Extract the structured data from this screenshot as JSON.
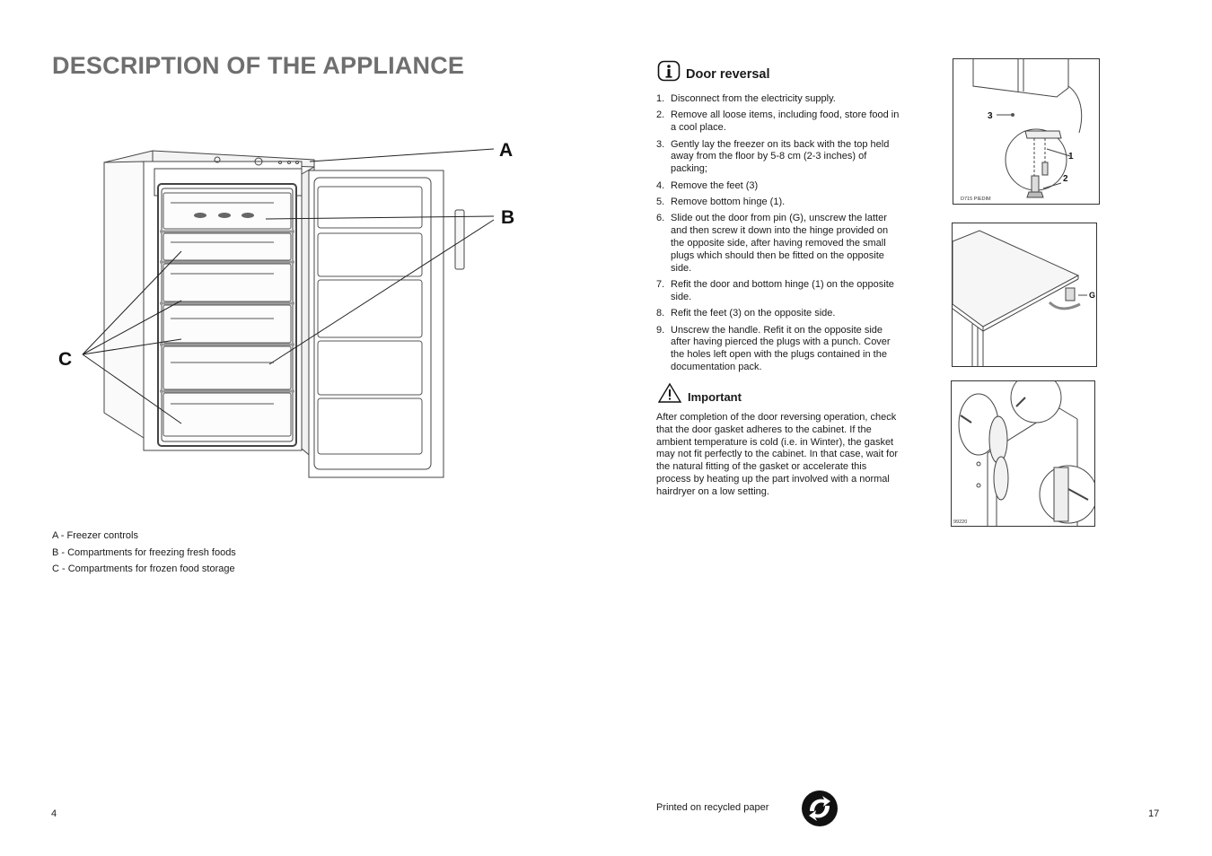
{
  "left_page": {
    "title": "DESCRIPTION OF THE APPLIANCE",
    "callouts": {
      "a": "A",
      "b": "B",
      "c": "C"
    },
    "legend": [
      "A - Freezer controls",
      "B - Compartments for freezing fresh foods",
      "C - Compartments for frozen food storage"
    ],
    "page_number": "4"
  },
  "right_page": {
    "door_reversal": {
      "heading": "Door reversal",
      "icon": "info-icon",
      "steps": [
        {
          "num": "1.",
          "text": "Disconnect from the electricity supply."
        },
        {
          "num": "2.",
          "text": "Remove all loose items, including food, store food in a cool place."
        },
        {
          "num": "3.",
          "text": "Gently lay the freezer on its back with the top held away from the floor by 5-8 cm (2-3 inches) of packing;"
        },
        {
          "num": "4.",
          "text": "Remove the feet (3)"
        },
        {
          "num": "5.",
          "text": "Remove bottom hinge (1)."
        },
        {
          "num": "6.",
          "text": "Slide out the  door from pin (G), unscrew the latter and then screw it down into the hinge provided on the opposite side, after having removed the small plugs which should then be fitted on the opposite side."
        },
        {
          "num": "7.",
          "text": "Refit the door and bottom hinge (1) on the opposite side."
        },
        {
          "num": "8.",
          "text": "Refit the feet (3) on the opposite side."
        },
        {
          "num": "9.",
          "text": "Unscrew the handle. Refit it on the opposite side after having pierced the plugs with a punch. Cover the holes left open with the plugs contained in the documentation pack."
        }
      ]
    },
    "important": {
      "heading": "Important",
      "icon": "warning-icon",
      "text": "After completion of the door reversing operation, check that the door gasket adheres to the cabinet. If the ambient temperature is cold (i.e. in Winter), the gasket may not fit perfectly to the cabinet. In that case, wait for the natural fitting of the gasket or accelerate this process by heating up the part involved with a normal hairdryer on a low setting."
    },
    "figures": {
      "fig1": {
        "labels": [
          "3",
          "1",
          "2"
        ],
        "code": "D715 PIEDIM"
      },
      "fig2": {
        "labels": [
          "G"
        ]
      },
      "fig3": {
        "code": "99220"
      }
    },
    "footer": {
      "printed": "Printed on recycled paper",
      "logo": "recycle-logo"
    },
    "page_number": "17"
  }
}
